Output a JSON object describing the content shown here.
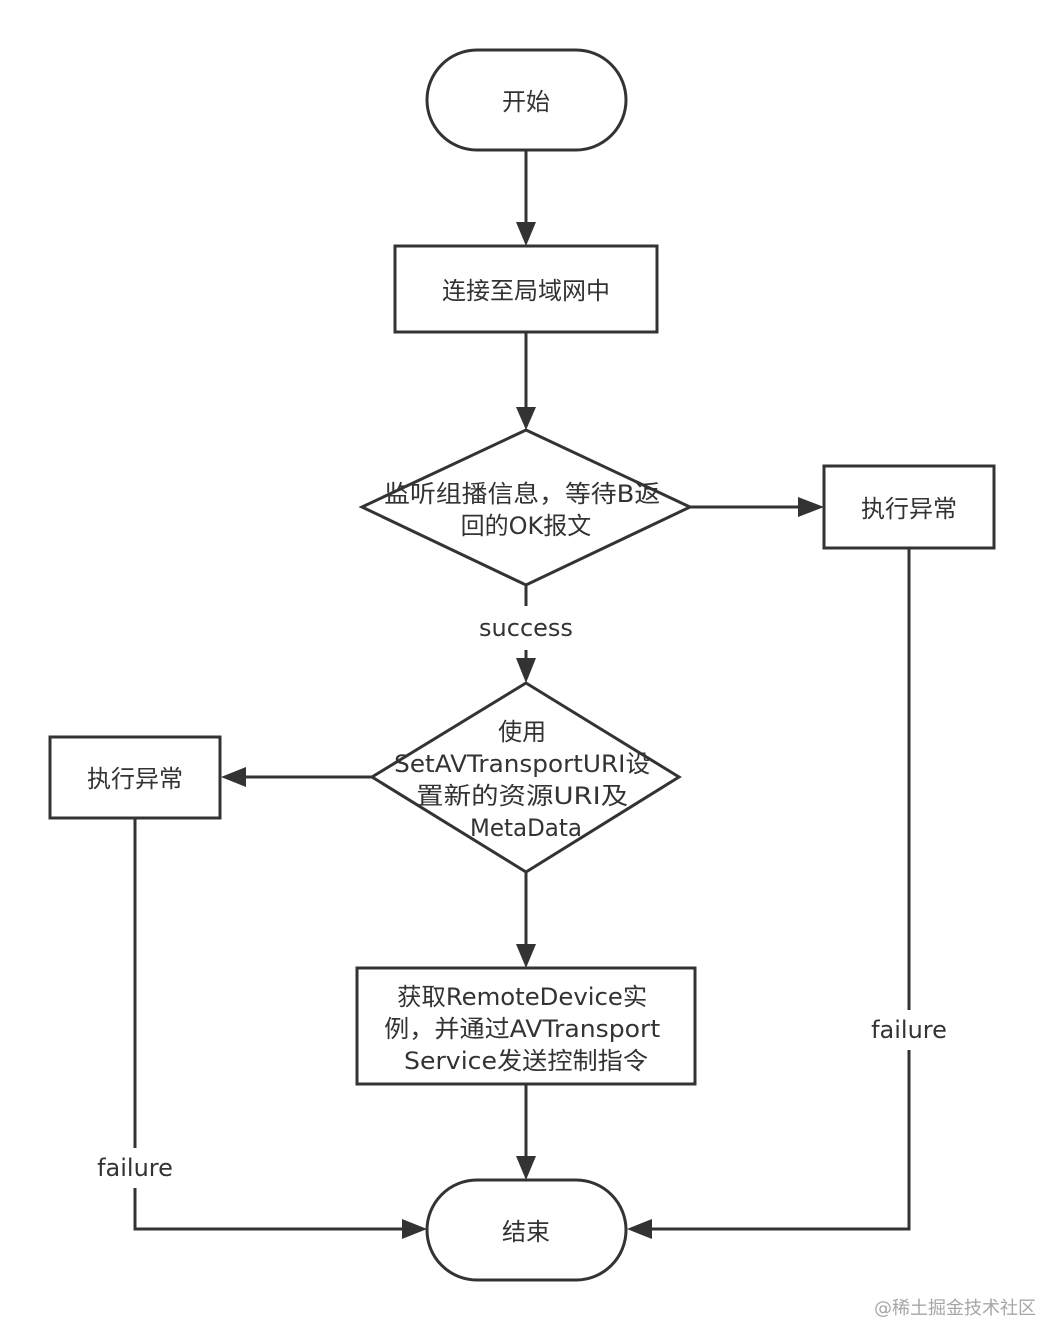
{
  "nodes": {
    "start": [
      "开始"
    ],
    "connect": [
      "连接至局域网中"
    ],
    "listen": [
      "监听组播信息，等待B返",
      "回的OK报文"
    ],
    "error_right": [
      "执行异常"
    ],
    "set_uri": [
      "使用",
      "SetAVTransportURI设",
      "置新的资源URI及",
      "MetaData"
    ],
    "error_left": [
      "执行异常"
    ],
    "get_device": [
      "获取RemoteDevice实",
      "例，并通过AVTransport",
      "Service发送控制指令"
    ],
    "end": [
      "结束"
    ]
  },
  "edges": {
    "success": "success",
    "failure_left": "failure",
    "failure_right": "failure"
  },
  "watermark": "@稀土掘金技术社区",
  "colors": {
    "stroke": "#333333",
    "text": "#333333",
    "watermark": "#a6a6a6"
  }
}
